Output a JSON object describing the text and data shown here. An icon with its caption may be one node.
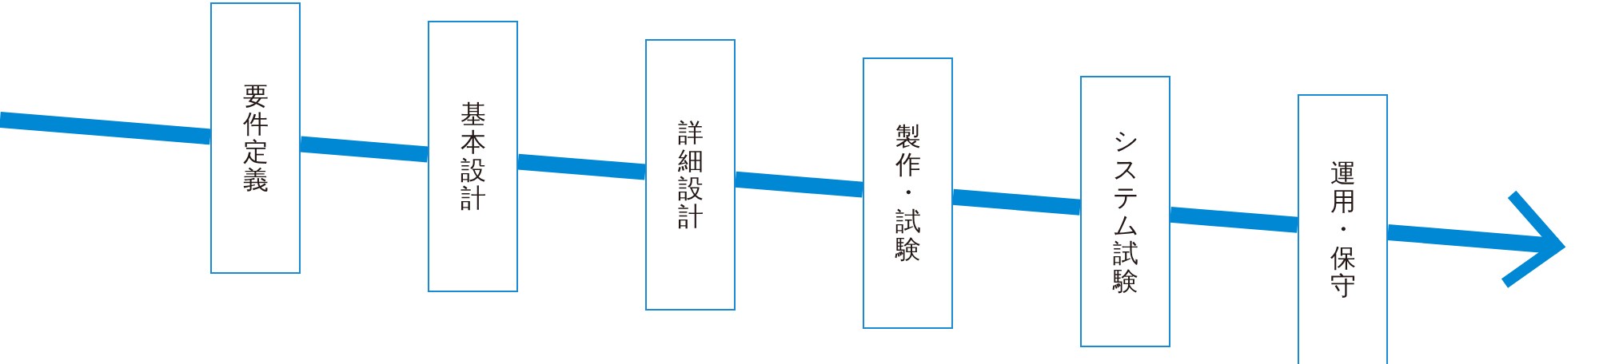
{
  "diagram": {
    "nodes": [
      {
        "text": [
          "要件定義"
        ]
      },
      {
        "text": [
          "基本設計"
        ]
      },
      {
        "text": [
          "詳細設計"
        ]
      },
      {
        "text": [
          "製作・試験"
        ]
      },
      {
        "text": [
          "システム試験"
        ]
      },
      {
        "text": [
          "運用・保守"
        ]
      }
    ],
    "edges": [
      {
        "from": null,
        "to": 0,
        "arrow": "none"
      },
      {
        "from": 0,
        "to": 1,
        "arrow": "none"
      },
      {
        "from": 1,
        "to": 2,
        "arrow": "none"
      },
      {
        "from": 2,
        "to": 3,
        "arrow": "none"
      },
      {
        "from": 3,
        "to": 4,
        "arrow": "none"
      },
      {
        "from": 4,
        "to": 5,
        "arrow": "none"
      },
      {
        "from": 5,
        "to": null,
        "arrow": "to"
      }
    ]
  }
}
